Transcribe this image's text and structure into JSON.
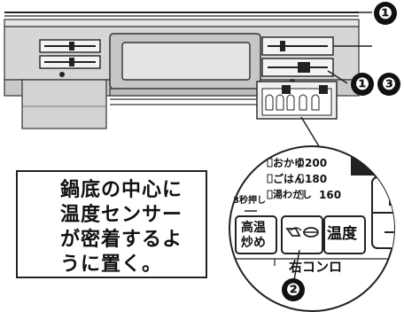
{
  "callouts": {
    "top": "❶",
    "right_1": "❶",
    "right_3": "❸",
    "zoom": "❷"
  },
  "warning": {
    "icon": "warning-triangle-icon",
    "lines": [
      "鍋底の中心に",
      "温度センサー",
      "が密着するよ",
      "うに置く。"
    ]
  },
  "zoom_panel": {
    "menu_items": [
      {
        "name": "おかゆ",
        "value": "200"
      },
      {
        "name": "ごはん",
        "value": "180"
      },
      {
        "name": "湯わかし",
        "value": "160"
      }
    ],
    "long_press": "3秒押し",
    "buttons": {
      "high_temp_stirfry": [
        "高温",
        "炒め"
      ],
      "pot_icon": "pot-icon",
      "temperature": "温度"
    },
    "burner_label": "右コンロ"
  }
}
